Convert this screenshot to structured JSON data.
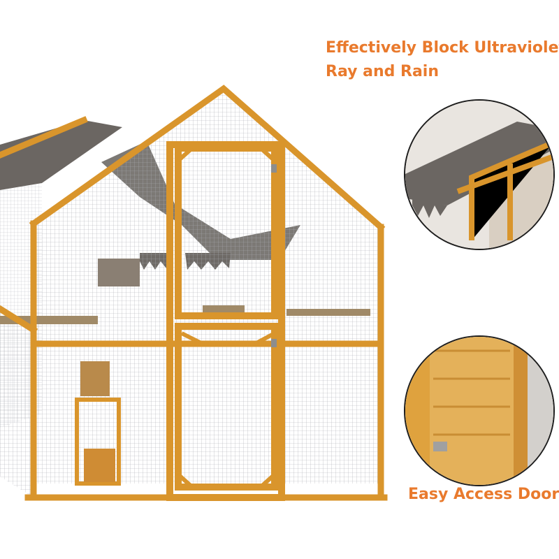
{
  "headline": {
    "line1": "Effectively Block Ultraviolet",
    "line2": "Ray and Rain"
  },
  "door_caption": "Easy Access Door",
  "colors": {
    "accent_text": "#e97a2d",
    "wood": "#d9952c",
    "wood_dark": "#b8741c",
    "canopy": "#6b6662",
    "mesh": "#9aa0a6"
  },
  "images": {
    "main": "wooden-catio-enclosure",
    "detail_top": "roof-canopy-closeup",
    "detail_bottom": "wooden-door-closeup"
  }
}
